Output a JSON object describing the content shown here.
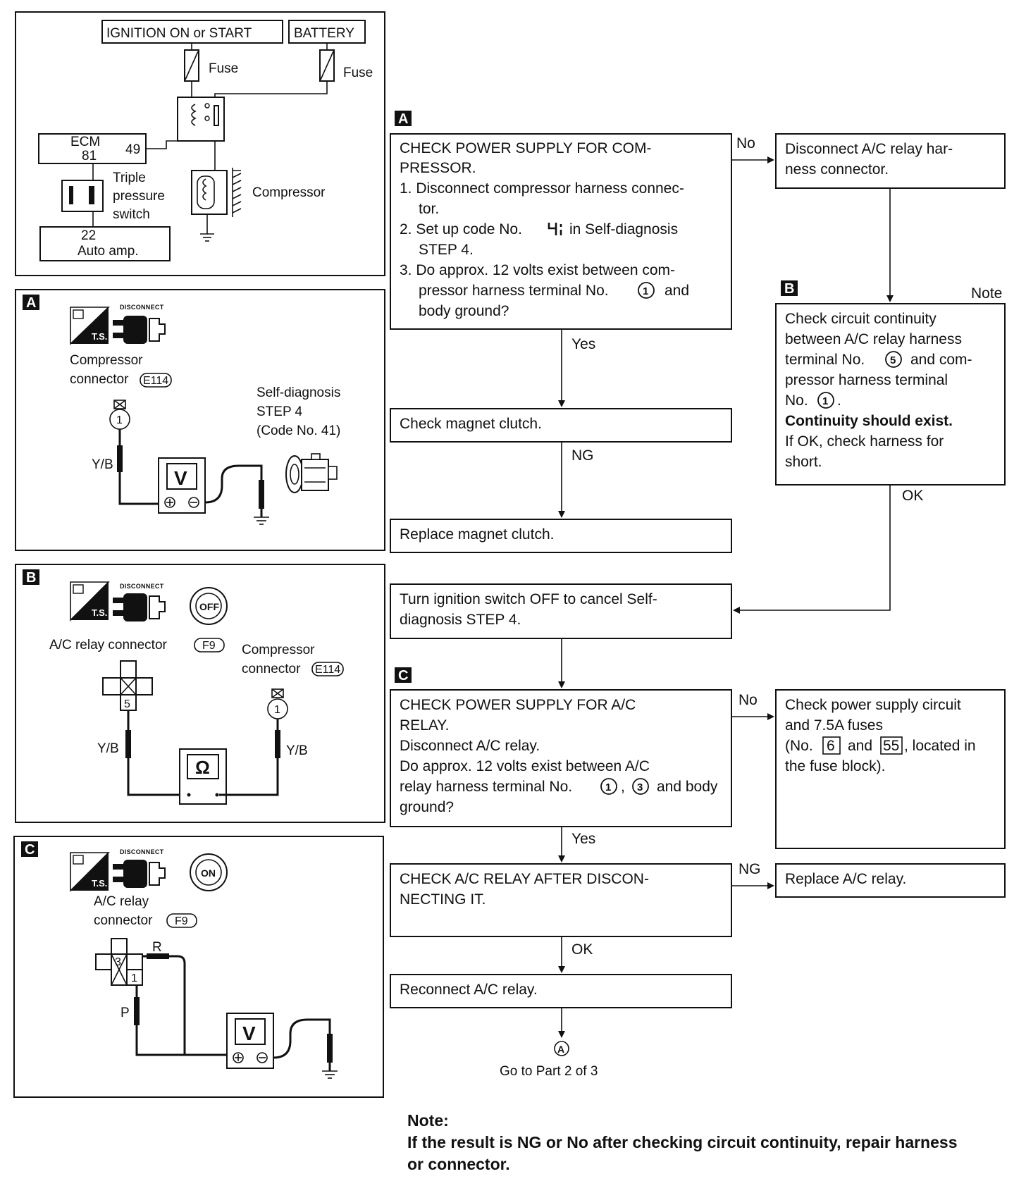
{
  "wiring": {
    "ignition": "IGNITION ON or START",
    "battery": "BATTERY",
    "fuse": "Fuse",
    "ecm": "ECM",
    "ecm_81": "81",
    "ecm_49": "49",
    "triple_1": "Triple",
    "triple_2": "pressure",
    "triple_3": "switch",
    "auto_22": "22",
    "auto_amp": "Auto amp.",
    "compressor": "Compressor"
  },
  "panel_a": {
    "tag": "A",
    "ts": "T.S.",
    "disconnect": "DISCONNECT",
    "conn_1": "Compressor",
    "conn_2": "connector",
    "conn_code": "E114",
    "self_1": "Self-diagnosis",
    "self_2": "STEP 4",
    "self_3": "(Code No. 41)",
    "term": "1",
    "wire": "Y/B",
    "meter": "V"
  },
  "panel_b": {
    "tag": "B",
    "ts": "T.S.",
    "disconnect": "DISCONNECT",
    "key": "OFF",
    "relay_conn": "A/C relay connector",
    "relay_code": "F9",
    "comp_1": "Compressor",
    "comp_2": "connector",
    "comp_code": "E114",
    "term_5": "5",
    "term_1": "1",
    "wire_l": "Y/B",
    "wire_r": "Y/B",
    "meter": "Ω"
  },
  "panel_c": {
    "tag": "C",
    "ts": "T.S.",
    "disconnect": "DISCONNECT",
    "key": "ON",
    "relay_1": "A/C relay",
    "relay_2": "connector",
    "relay_code": "F9",
    "term_3": "3",
    "term_1": "1",
    "wire_r": "R",
    "wire_p": "P",
    "meter": "V"
  },
  "flow": {
    "tag_a": "A",
    "tag_b": "B",
    "tag_c": "C",
    "a_l1": "CHECK POWER SUPPLY FOR COM-",
    "a_l2": "PRESSOR.",
    "a_l3": "1. Disconnect compressor harness connec-",
    "a_l4": "tor.",
    "a_l5a": "2. Set up code No.",
    "a_l5b": "in Self-diagnosis",
    "a_l6": "STEP 4.",
    "a_l7": "3. Do approx. 12 volts exist between com-",
    "a_l8a": "pressor harness terminal No.",
    "a_l8c": "and",
    "a_l9": "body ground?",
    "no": "No",
    "yes": "Yes",
    "ng": "NG",
    "ok": "OK",
    "disc_l1": "Disconnect A/C relay har-",
    "disc_l2": "ness connector.",
    "note_lbl": "Note",
    "b_l1": "Check circuit continuity",
    "b_l2": "between A/C relay harness",
    "b_l3a": "terminal No.",
    "b_l3c": "and com-",
    "b_l4": "pressor harness terminal",
    "b_l5a": "No.",
    "b_l6": "Continuity should exist.",
    "b_l7": "If OK, check harness for",
    "b_l8": "short.",
    "magnet": "Check magnet clutch.",
    "replace_magnet": "Replace magnet clutch.",
    "turn_l1": "Turn ignition switch OFF to cancel Self-",
    "turn_l2": "diagnosis STEP 4.",
    "c_l1": "CHECK POWER SUPPLY FOR A/C",
    "c_l2": "RELAY.",
    "c_l3": "Disconnect A/C relay.",
    "c_l4": "Do approx. 12 volts exist between A/C",
    "c_l5a": "relay harness terminal No.",
    "c_l5c": "and body",
    "c_l6": "ground?",
    "ps_l1": "Check power supply circuit",
    "ps_l2": "and 7.5A fuses",
    "ps_l3a": "(No.",
    "ps_l3b": "6",
    "ps_l3c": "and",
    "ps_l3d": "55",
    "ps_l3e": ", located in",
    "ps_l4": "the fuse block).",
    "relay_l1": "CHECK A/C RELAY AFTER DISCON-",
    "relay_l2": "NECTING IT.",
    "replace_relay": "Replace A/C relay.",
    "reconnect": "Reconnect A/C relay.",
    "goto_circle": "A",
    "goto": "Go to Part 2 of 3"
  },
  "note": {
    "title": "Note:",
    "text_1": "If the result is NG or No after checking circuit continuity, repair harness",
    "text_2": "or connector."
  }
}
